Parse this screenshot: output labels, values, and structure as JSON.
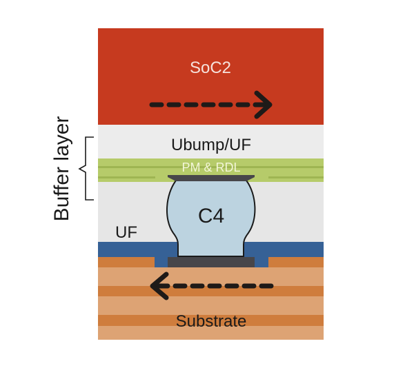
{
  "diagram": {
    "title": "Chip package cross-section with buffer layer",
    "layers": {
      "soc": {
        "label": "SoC2",
        "color": "#c63a1f",
        "label_color": "#f6e2dc"
      },
      "ubump": {
        "label": "Ubump/UF",
        "color": "#ececec",
        "label_color": "#1a1a1a"
      },
      "pm_rdl": {
        "label": "PM & RDL",
        "color": "#b6cb6a",
        "stripe_color": "#9eb552",
        "label_color": "#f3f6d8"
      },
      "uf": {
        "label": "UF",
        "color": "#e6e6e6",
        "label_color": "#1a1a1a"
      },
      "passivation": {
        "color": "#366196"
      },
      "substrate": {
        "label": "Substrate",
        "color_light": "#dda374",
        "color_dark": "#cf7d3d",
        "label_color": "#1a1a1a"
      }
    },
    "bump": {
      "label": "C4",
      "fill": "#bcd3e0",
      "outline": "#1a1a1a",
      "pad_color": "#47464a",
      "label_color": "#1a1a1a"
    },
    "bracket": {
      "label": "Buffer layer",
      "color": "#1a1a1a"
    },
    "arrows": [
      {
        "name": "soc-flow-arrow",
        "direction": "right",
        "color": "#1e1a18"
      },
      {
        "name": "substrate-flow-arrow",
        "direction": "left",
        "color": "#1e1a18"
      }
    ]
  }
}
